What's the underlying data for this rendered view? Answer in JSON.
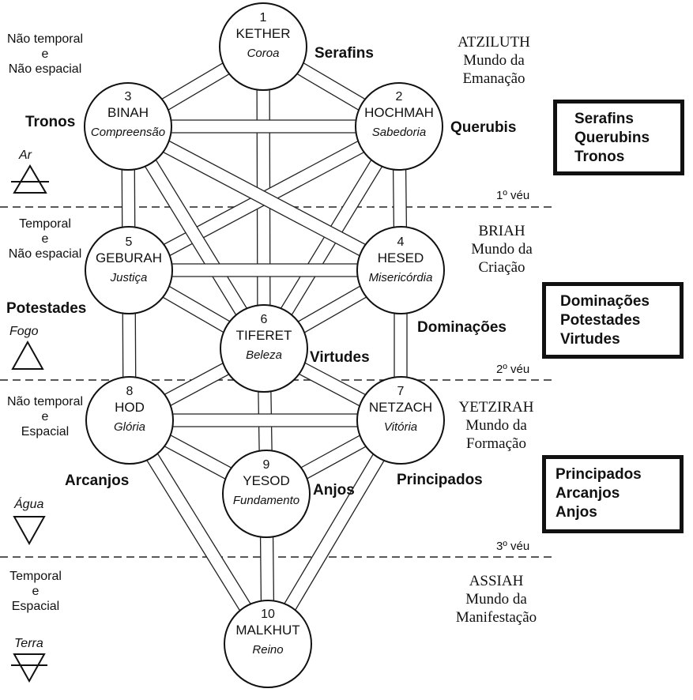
{
  "sephiroth": [
    {
      "key": "kether",
      "number": "1",
      "name": "KETHER",
      "meaning": "Coroa"
    },
    {
      "key": "hochmah",
      "number": "2",
      "name": "HOCHMAH",
      "meaning": "Sabedoria"
    },
    {
      "key": "binah",
      "number": "3",
      "name": "BINAH",
      "meaning": "Compreensão"
    },
    {
      "key": "hesed",
      "number": "4",
      "name": "HESED",
      "meaning": "Misericórdia"
    },
    {
      "key": "geburah",
      "number": "5",
      "name": "GEBURAH",
      "meaning": "Justiça"
    },
    {
      "key": "tiferet",
      "number": "6",
      "name": "TIFERET",
      "meaning": "Beleza"
    },
    {
      "key": "netzach",
      "number": "7",
      "name": "NETZACH",
      "meaning": "Vitória"
    },
    {
      "key": "hod",
      "number": "8",
      "name": "HOD",
      "meaning": "Glória"
    },
    {
      "key": "yesod",
      "number": "9",
      "name": "YESOD",
      "meaning": "Fundamento"
    },
    {
      "key": "malkhut",
      "number": "10",
      "name": "MALKHUT",
      "meaning": "Reino"
    }
  ],
  "worlds": [
    {
      "name": "ATZILUTH",
      "line2": "Mundo da",
      "line3": "Emanação"
    },
    {
      "name": "BRIAH",
      "line2": "Mundo da",
      "line3": "Criação"
    },
    {
      "name": "YETZIRAH",
      "line2": "Mundo da",
      "line3": "Formação"
    },
    {
      "name": "ASSIAH",
      "line2": "Mundo da",
      "line3": "Manifestação"
    }
  ],
  "left_notes": [
    {
      "line1": "Não temporal",
      "line2": "e",
      "line3": "Não espacial"
    },
    {
      "line1": "Temporal",
      "line2": "e",
      "line3": "Não espacial"
    },
    {
      "line1": "Não temporal",
      "line2": "e",
      "line3": "Espacial"
    },
    {
      "line1": "Temporal",
      "line2": "e",
      "line3": "Espacial"
    }
  ],
  "veils": [
    "1º véu",
    "2º véu",
    "3º véu"
  ],
  "elements": [
    {
      "label": "Ar",
      "symbol": "air"
    },
    {
      "label": "Fogo",
      "symbol": "fire"
    },
    {
      "label": "Água",
      "symbol": "water"
    },
    {
      "label": "Terra",
      "symbol": "earth"
    }
  ],
  "choirs": {
    "serafins": "Serafins",
    "querubis": "Querubis",
    "tronos": "Tronos",
    "potestades": "Potestades",
    "dominacoes": "Dominações",
    "virtudes": "Virtudes",
    "arcanjos": "Arcanjos",
    "anjos": "Anjos",
    "principados": "Principados"
  },
  "boxes": [
    [
      "Serafins",
      "Querubins",
      "Tronos"
    ],
    [
      "Dominações",
      "Potestades",
      "Virtudes"
    ],
    [
      "Principados",
      "Arcanjos",
      "Anjos"
    ]
  ]
}
